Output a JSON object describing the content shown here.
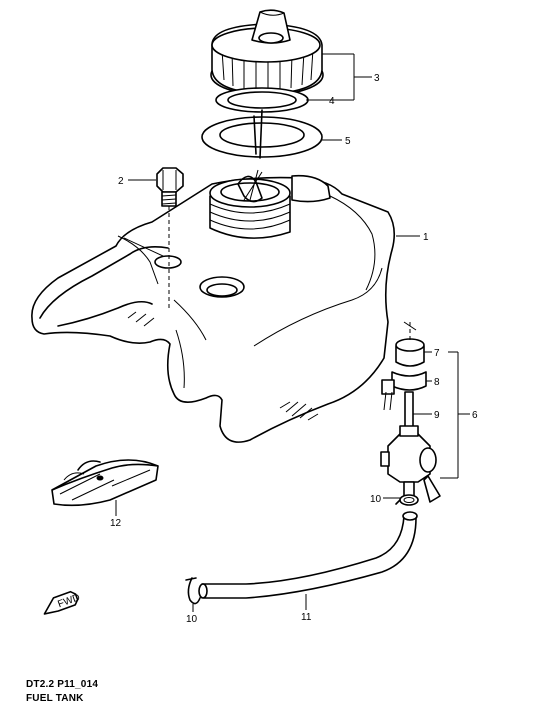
{
  "footer": {
    "drawing_code": "DT2.2 P11_014",
    "title": "FUEL TANK"
  },
  "fwd_label": "FWD",
  "callouts": [
    {
      "id": "c1",
      "label": "1"
    },
    {
      "id": "c2",
      "label": "2"
    },
    {
      "id": "c3",
      "label": "3"
    },
    {
      "id": "c4",
      "label": "4"
    },
    {
      "id": "c5",
      "label": "5"
    },
    {
      "id": "c6",
      "label": "6"
    },
    {
      "id": "c7",
      "label": "7"
    },
    {
      "id": "c8",
      "label": "8"
    },
    {
      "id": "c9",
      "label": "9"
    },
    {
      "id": "c10a",
      "label": "10"
    },
    {
      "id": "c10b",
      "label": "10"
    },
    {
      "id": "c11",
      "label": "11"
    },
    {
      "id": "c12",
      "label": "12"
    }
  ]
}
